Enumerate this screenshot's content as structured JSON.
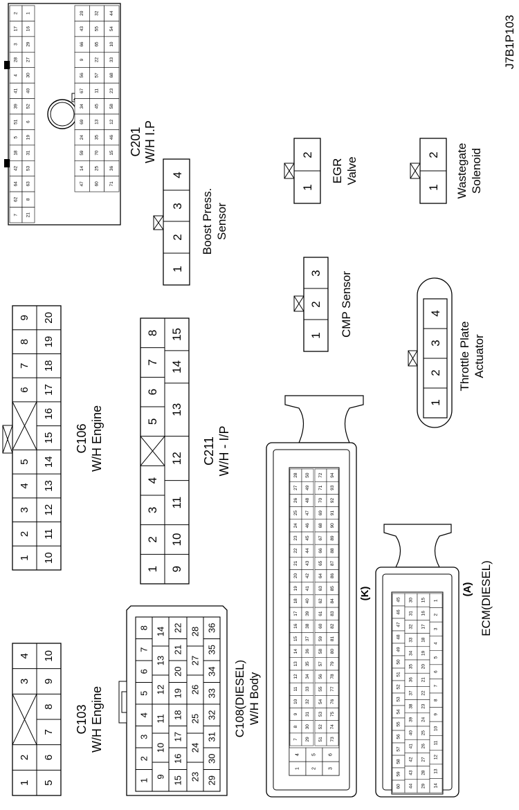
{
  "figure_id": "J7B1P103",
  "connectors": [
    {
      "key": "c201",
      "name": "C201",
      "sub": "W/H I.P"
    },
    {
      "key": "boost",
      "name": "Boost Press.",
      "sub": "Sensor",
      "pins": [
        "1",
        "2",
        "3",
        "4"
      ]
    },
    {
      "key": "egr",
      "name": "EGR",
      "sub": "Valve",
      "pins": [
        "1",
        "2"
      ]
    },
    {
      "key": "waste",
      "name": "Wastegate",
      "sub": "Solenoid",
      "pins": [
        "1",
        "2"
      ]
    },
    {
      "key": "cmp",
      "name": "CMP Sensor",
      "sub": "",
      "pins": [
        "1",
        "2",
        "3"
      ]
    },
    {
      "key": "throttle",
      "name": "Throttle Plate",
      "sub": "Actuator",
      "pins": [
        "1",
        "2",
        "3",
        "4"
      ]
    },
    {
      "key": "c106",
      "name": "C106",
      "sub": "W/H Engine",
      "rows": [
        [
          "1",
          "2",
          "3",
          "4",
          "5",
          "",
          "6",
          "7",
          "8",
          "9"
        ],
        [
          "10",
          "11",
          "12",
          "13",
          "14",
          "15",
          "16",
          "17",
          "18",
          "19",
          "20"
        ]
      ]
    },
    {
      "key": "c211",
      "name": "C211",
      "sub": "W/H - I/P",
      "rows": [
        [
          "1",
          "2",
          "3",
          "4",
          "",
          "5",
          "6",
          "7",
          "8"
        ],
        [
          "9",
          "10",
          "11",
          "12",
          "13",
          "14",
          "15"
        ]
      ]
    },
    {
      "key": "c103",
      "name": "C103",
      "sub": "W/H Engine",
      "rows": [
        [
          "1",
          "2",
          "",
          "3",
          "4"
        ],
        [
          "5",
          "6",
          "7",
          "8",
          "9",
          "10"
        ]
      ]
    },
    {
      "key": "c108",
      "name": "C108(DIESEL)",
      "sub": "W/H Body",
      "rows": [
        [
          "1",
          "2",
          "3",
          "4",
          "5",
          "6",
          "7",
          "8"
        ],
        [
          "9",
          "10",
          "11",
          "12",
          "13",
          "14"
        ],
        [
          "15",
          "16",
          "17",
          "18",
          "19",
          "20",
          "21",
          "22"
        ],
        [
          "23",
          "24",
          "25",
          "26",
          "27",
          "28"
        ],
        [
          "29",
          "30",
          "31",
          "32",
          "33",
          "34",
          "35",
          "36"
        ]
      ]
    },
    {
      "key": "ecm",
      "name": "ECM(DIESEL)",
      "sub": "",
      "label_k": "(K)",
      "label_a": "(A)"
    }
  ],
  "c201_top_labels": [
    "2",
    "1",
    "17",
    "16",
    "3",
    "29",
    "28",
    "27",
    "4",
    "30",
    "41",
    "40",
    "39",
    "52",
    "51",
    "6",
    "5",
    "19",
    "18",
    "31",
    "42",
    "53",
    "64",
    "63",
    "62",
    "8",
    "7",
    "21",
    "20",
    "32",
    "44",
    "43",
    "55",
    "54",
    "66",
    "65",
    "10",
    "9",
    "22",
    "33",
    "56",
    "57",
    "68",
    "67",
    "11",
    "23",
    "34",
    "45",
    "58",
    "69",
    "13",
    "12",
    "24",
    "35",
    "46",
    "59",
    "70",
    "15",
    "14",
    "25",
    "36",
    "47",
    "60",
    "71"
  ],
  "ecm_k_pins": [
    "1",
    "2",
    "3",
    "4",
    "5",
    "6",
    "7",
    "8",
    "9",
    "10",
    "11",
    "12",
    "13",
    "14",
    "15",
    "16",
    "17",
    "18",
    "19",
    "20",
    "21",
    "22",
    "23",
    "24",
    "25",
    "26",
    "27",
    "28",
    "29",
    "30",
    "31",
    "32",
    "33",
    "34",
    "35",
    "36",
    "37",
    "38",
    "39",
    "40",
    "41",
    "42",
    "43",
    "44",
    "45",
    "46",
    "47",
    "48",
    "49",
    "50",
    "51",
    "52",
    "53",
    "54",
    "55",
    "56",
    "57",
    "58",
    "59",
    "60",
    "61",
    "62",
    "63",
    "64",
    "65",
    "66",
    "67",
    "68",
    "69",
    "70",
    "71",
    "72",
    "73",
    "74",
    "75",
    "76",
    "77",
    "78",
    "79",
    "80",
    "81",
    "82",
    "83",
    "84",
    "85",
    "86",
    "87",
    "88",
    "89",
    "90",
    "91",
    "92",
    "93",
    "94"
  ],
  "ecm_a_pins": [
    "1",
    "2",
    "3",
    "4",
    "5",
    "6",
    "7",
    "8",
    "9",
    "10",
    "11",
    "12",
    "13",
    "14",
    "15",
    "16",
    "17",
    "18",
    "19",
    "20",
    "21",
    "22",
    "23",
    "24",
    "25",
    "26",
    "27",
    "28",
    "29",
    "30",
    "31",
    "32",
    "33",
    "34",
    "35",
    "36",
    "37",
    "38",
    "39",
    "40",
    "41",
    "42",
    "43",
    "44",
    "45",
    "46",
    "47",
    "48",
    "49",
    "50",
    "51",
    "52",
    "53",
    "54",
    "55",
    "56",
    "57",
    "58",
    "59",
    "60"
  ]
}
